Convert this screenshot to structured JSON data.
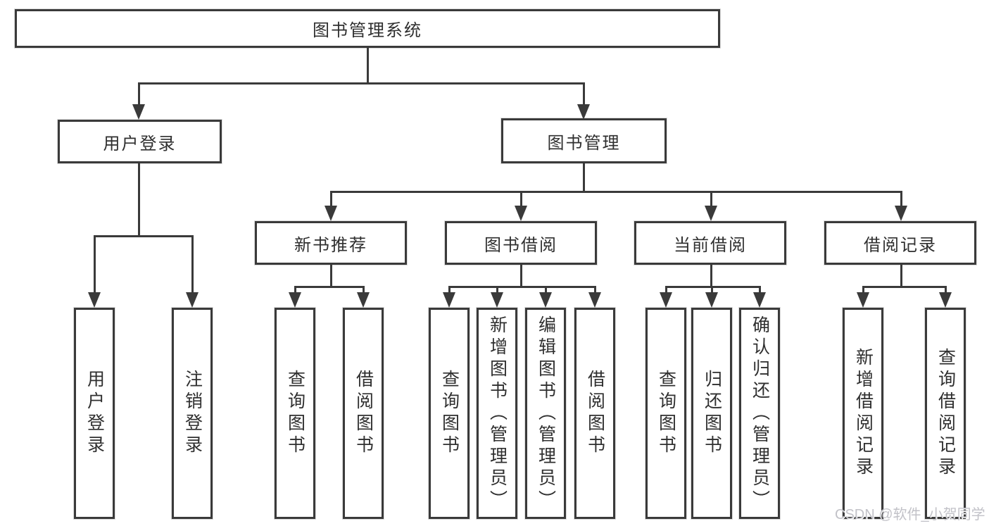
{
  "diagram": {
    "root": "图书管理系统",
    "branches": {
      "user_login": "用户登录",
      "book_management": "图书管理"
    },
    "modules": [
      "新书推荐",
      "图书借阅",
      "当前借阅",
      "借阅记录"
    ],
    "user_login_children": [
      "用户登录",
      "注销登录"
    ],
    "module_children": {
      "new_book": [
        "查询图书",
        "借阅图书"
      ],
      "borrow": [
        "查询图书",
        "新增图书（管理员）",
        "编辑图书（管理员）",
        "借阅图书"
      ],
      "current": [
        "查询图书",
        "归还图书",
        "确认归还（管理员）"
      ],
      "records": [
        "新增借阅记录",
        "查询借阅记录"
      ]
    },
    "watermark": "CSDN @软件_小贺同学",
    "colors": {
      "line": "#3a3a3a",
      "text": "#2f2f2f",
      "background": "#ffffff",
      "watermark": "#c2c2c8"
    }
  }
}
